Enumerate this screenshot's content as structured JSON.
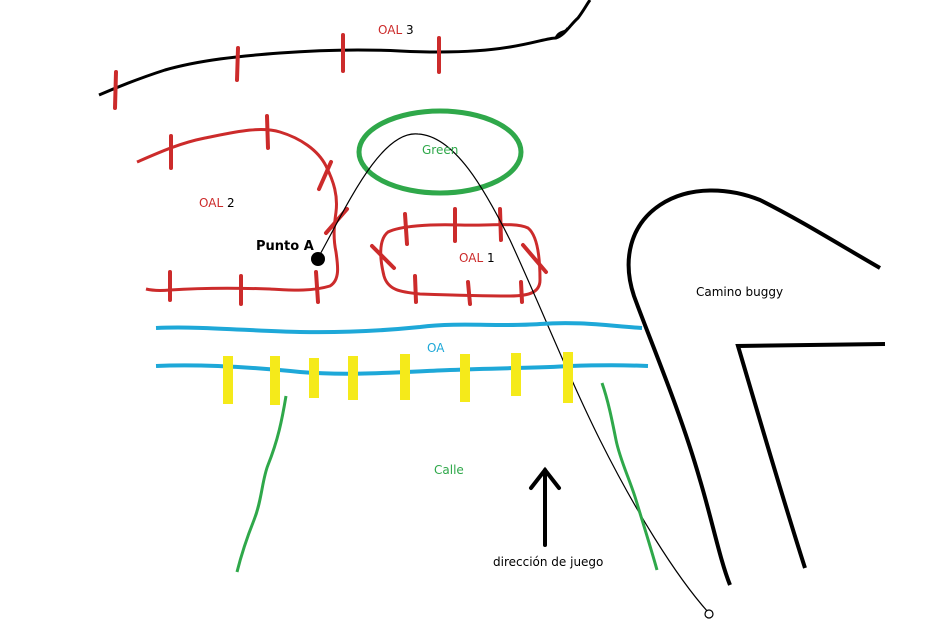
{
  "labels": {
    "oal3_prefix": "OAL",
    "oal3_num": "3",
    "oal2_prefix": "OAL",
    "oal2_num": "2",
    "oal1_prefix": "OAL",
    "oal1_num": "1",
    "green": "Green",
    "punto_a": "Punto A",
    "camino_buggy": "Camino buggy",
    "oa": "OA",
    "calle": "Calle",
    "direccion": "dirección de juego"
  },
  "colors": {
    "red": "#cc2b2b",
    "black": "#000000",
    "green": "#2fa84a",
    "blue": "#1ea8d8",
    "yellow": "#f5ea1a"
  }
}
